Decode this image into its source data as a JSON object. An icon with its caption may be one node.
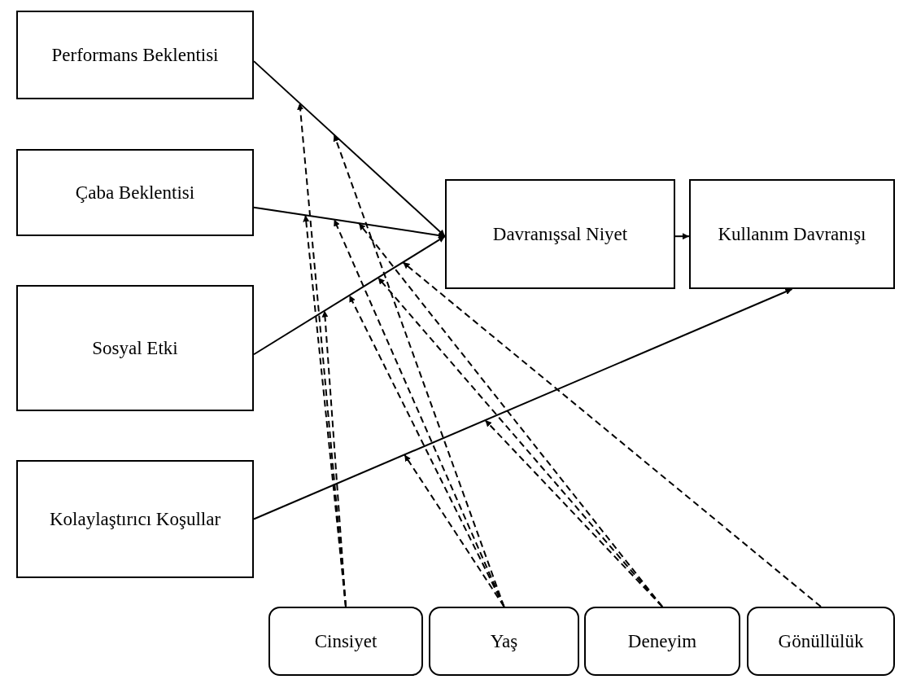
{
  "diagram": {
    "nodes": [
      {
        "text": [
          "Performans Beklentisi"
        ]
      },
      {
        "text": [
          "Çaba Beklentisi"
        ]
      },
      {
        "text": [
          "Sosyal Etki"
        ]
      },
      {
        "text": [
          "Kolaylaştırıcı Koşullar"
        ]
      },
      {
        "text": [
          "Davranışsal Niyet"
        ]
      },
      {
        "text": [
          "Kullanım Davranışı"
        ]
      },
      {
        "text": [
          "Cinsiyet"
        ]
      },
      {
        "text": [
          "Yaş"
        ]
      },
      {
        "text": [
          "Deneyim"
        ]
      },
      {
        "text": [
          "Gönüllülük"
        ]
      }
    ],
    "edges": [
      {
        "from": 0,
        "to": 4,
        "arrow": "to"
      },
      {
        "from": 1,
        "to": 4,
        "arrow": "to"
      },
      {
        "from": 2,
        "to": 4,
        "arrow": "to"
      },
      {
        "from": 4,
        "to": 5,
        "arrow": "to"
      },
      {
        "from": 3,
        "to": 5,
        "arrow": "to"
      },
      {
        "from": 6,
        "to": null,
        "arrow": "to",
        "style": "dashed"
      },
      {
        "from": 6,
        "to": null,
        "arrow": "to",
        "style": "dashed"
      },
      {
        "from": 6,
        "to": null,
        "arrow": "to",
        "style": "dashed"
      },
      {
        "from": 7,
        "to": null,
        "arrow": "to",
        "style": "dashed"
      },
      {
        "from": 7,
        "to": null,
        "arrow": "to",
        "style": "dashed"
      },
      {
        "from": 7,
        "to": null,
        "arrow": "to",
        "style": "dashed"
      },
      {
        "from": 7,
        "to": null,
        "arrow": "to",
        "style": "dashed"
      },
      {
        "from": 8,
        "to": null,
        "arrow": "to",
        "style": "dashed"
      },
      {
        "from": 8,
        "to": null,
        "arrow": "to",
        "style": "dashed"
      },
      {
        "from": 8,
        "to": null,
        "arrow": "to",
        "style": "dashed"
      },
      {
        "from": 9,
        "to": null,
        "arrow": "to",
        "style": "dashed"
      }
    ]
  }
}
